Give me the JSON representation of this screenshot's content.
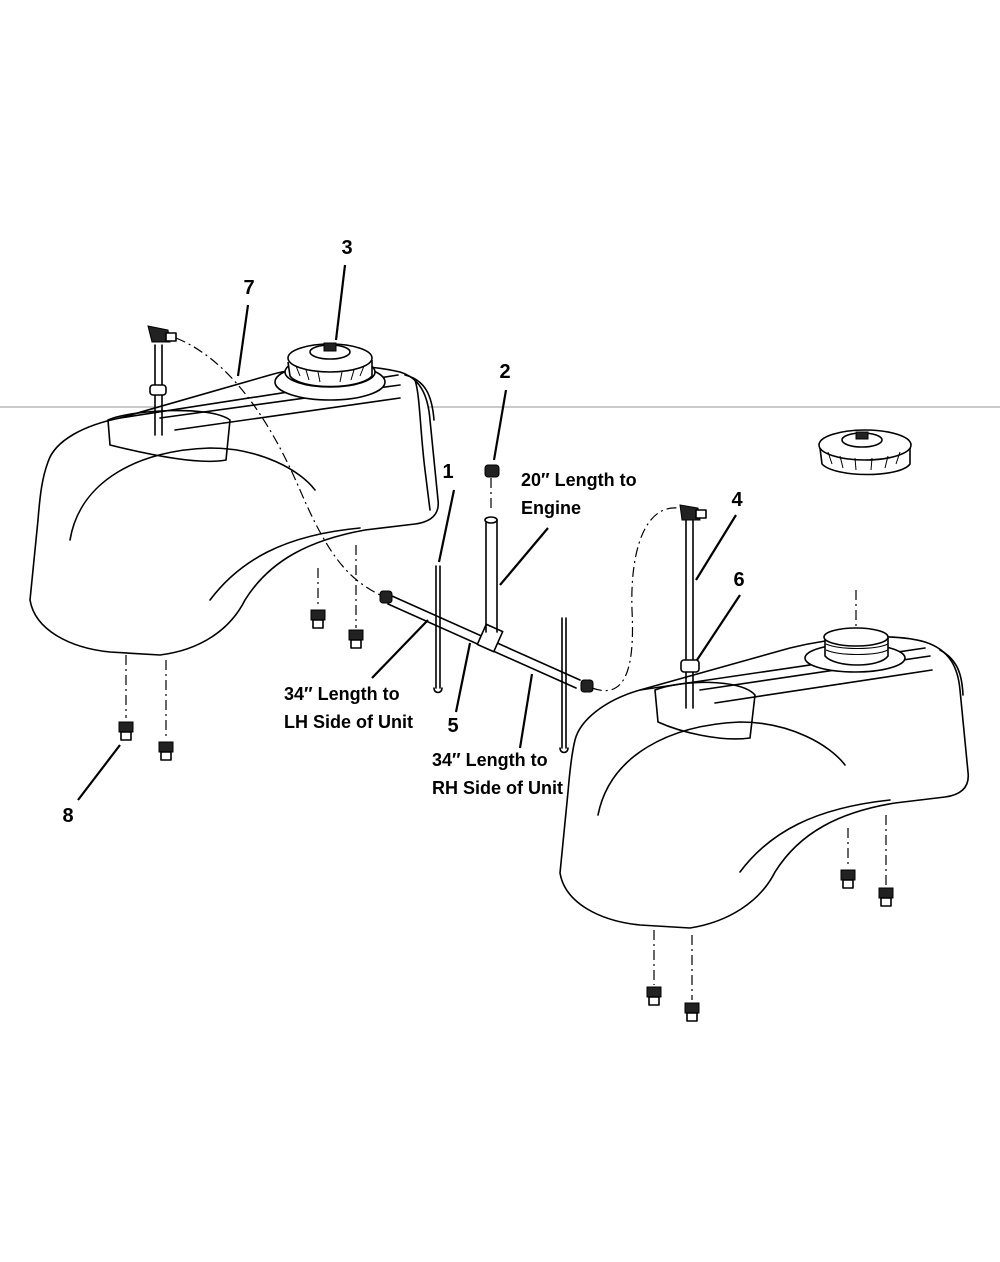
{
  "callouts": {
    "c1": "1",
    "c2": "2",
    "c3": "3",
    "c4": "4",
    "c5": "5",
    "c6": "6",
    "c7": "7",
    "c8": "8"
  },
  "notes": {
    "engine_line1": "20″ Length to",
    "engine_line2": "Engine",
    "lh_line1": "34″ Length to",
    "lh_line2": "LH Side of Unit",
    "rh_line1": "34″ Length to",
    "rh_line2": "RH Side of Unit"
  }
}
